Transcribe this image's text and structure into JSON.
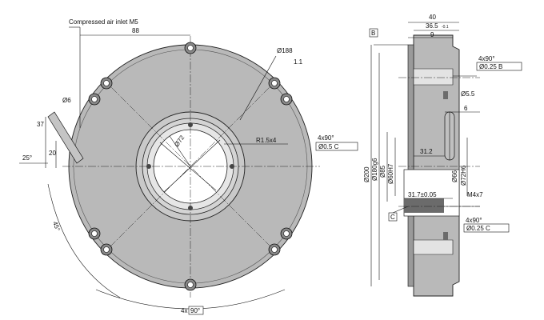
{
  "front_view": {
    "air_inlet_label": "Compressed air inlet M5",
    "width_88": "88",
    "outer_dia": "Ø188",
    "sq_dim": "1.1",
    "angle_6": "Ø6",
    "dim_37": "37",
    "dim_20": "20",
    "angle_25": "25°",
    "radius": "R1.5x4",
    "hole_tol_qty": "4x90°",
    "hole_tol_val": "Ø0.5 C",
    "inner_dia": "Ø72",
    "angle_45": "45°",
    "bottom_label_prefix": "4x",
    "bottom_label_box": "90°"
  },
  "side_view": {
    "w40": "40",
    "w36_5": "36.5",
    "w36_5_tol": "-0.1",
    "w9": "9",
    "datum_b": "B",
    "datum_c": "C",
    "tol1_qty": "4x90°",
    "tol1_val": "Ø0.25 B",
    "d5_5": "Ø5.5",
    "d6": "6",
    "d31_2": "31.2",
    "d200": "Ø200",
    "d180g6": "Ø180g6",
    "d85": "Ø85",
    "d60h7": "Ø60H7",
    "d66": "Ø66",
    "d72h6": "Ø72H6",
    "d31_7": "31.7±0.05",
    "m4x7": "M4x7",
    "tol2_qty": "4x90°",
    "tol2_val": "Ø0.25 C"
  },
  "colors": {
    "body": "#b9b9b9",
    "line": "#111111"
  }
}
